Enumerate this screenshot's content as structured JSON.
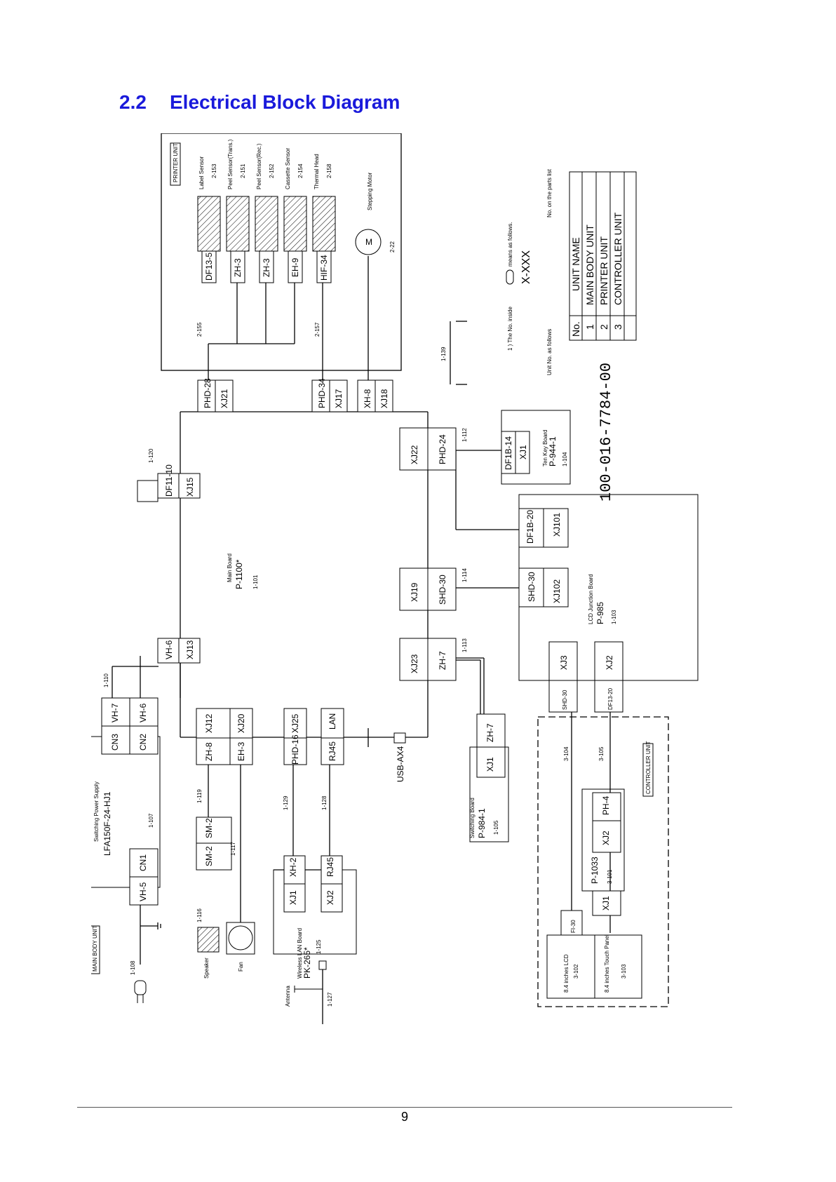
{
  "heading": {
    "number": "2.2",
    "text": "Electrical Block Diagram"
  },
  "page_number": "9",
  "diagram": {
    "document_no": "100-016-7784-00",
    "units": {
      "main_body": "MAIN BODY UNIT",
      "printer": "PRINTER UNIT",
      "controller": "CONTROLLER UNIT"
    },
    "printer_devices": [
      {
        "name": "Label Sensor",
        "ref": "2-153",
        "conn": "DF13-5"
      },
      {
        "name": "Peel Sensor(Trans.)",
        "ref": "2-151",
        "conn": "ZH-3"
      },
      {
        "name": "Peel Sensor(Rec.)",
        "ref": "2-152",
        "conn": "ZH-3"
      },
      {
        "name": "Cassette Sensor",
        "ref": "2-154",
        "conn": "EH-9"
      },
      {
        "name": "Thermal Head",
        "ref": "2-158",
        "conn": "HIF-34"
      }
    ],
    "stepping_motor": {
      "name": "Stepping Motor",
      "symbol": "M",
      "ref": "2-22"
    },
    "harness_refs": {
      "sensors": "2-155",
      "head": "2-157",
      "ground": "1-139"
    },
    "main_board": {
      "name": "Main Board",
      "model": "P-1100*",
      "ref": "1-101",
      "top_connectors": [
        {
          "xj": "XJ21",
          "plug": "PHD-28"
        },
        {
          "xj": "XJ17",
          "plug": "PHD-34"
        },
        {
          "xj": "XJ18",
          "plug": "XH-8"
        }
      ],
      "mid_connectors": [
        {
          "xj": "XJ22",
          "plug": "PHD-24",
          "ref": "1-112"
        },
        {
          "xj": "XJ19",
          "plug": "SHD-30",
          "ref": "1-114"
        },
        {
          "xj": "XJ23",
          "plug": "ZH-7",
          "ref": "1-113"
        }
      ],
      "xj15": {
        "xj": "XJ15",
        "plug": "DF11-10",
        "ref": "1-120"
      },
      "xj13": {
        "xj": "XJ13",
        "plug": "VH-6",
        "ref": "1-110"
      },
      "left_connectors": [
        {
          "xj": "XJ12",
          "plug": "ZH-8"
        },
        {
          "xj": "XJ20",
          "plug": "EH-3"
        },
        {
          "xj": "XJ25",
          "plug": "PHD-16"
        },
        {
          "xj": "LAN",
          "plug": "RJ45"
        }
      ],
      "usb": "USB-AX4"
    },
    "ten_key": {
      "name": "Ten Key Board",
      "model": "P-944-1",
      "ref": "1-104",
      "xj": "XJ1",
      "plug": "DF1B-14"
    },
    "lcd_junction": {
      "name": "LCD Junction Board",
      "model": "P-985",
      "ref": "1-103",
      "xj101": "XJ101",
      "df": "DF1B-20",
      "xj102": "XJ102",
      "shd": "SHD-30",
      "xj3": "XJ3",
      "xj2": "XJ2"
    },
    "power_supply": {
      "name": "Switching Power Supply",
      "model": "LFA150F-24-HJ1",
      "ref": "1-107",
      "cn3": "CN3",
      "cn2": "CN2",
      "cn1": "CN1",
      "vh7": "VH-7",
      "vh6": "VH-6",
      "vh5": "VH-5",
      "inlet_ref": "1-108"
    },
    "speaker": {
      "name": "Speaker",
      "ref": "1-116"
    },
    "fan": {
      "name": "Fan",
      "ref": "1-117"
    },
    "sm2": [
      "SM-2",
      "SM-2"
    ],
    "left_refs": {
      "zh8": "1-119",
      "phd16": "1-129",
      "rj45": "1-128"
    },
    "wireless": {
      "name": "Wireless LAN Board",
      "model": "PK-265*",
      "ref": "1-125",
      "xj1": "XJ1",
      "xh2": "XH-2",
      "xj2": "XJ2",
      "rj45": "RJ45",
      "antenna": "Antenna",
      "antenna_ref": "1-127"
    },
    "switching_board": {
      "name": "Switching Board",
      "model": "P-984-1",
      "ref": "1-105",
      "xj": "XJ1",
      "plug": "ZH-7"
    },
    "controller": {
      "lcd": {
        "name": "8.4 inches LCD",
        "ref": "3-102"
      },
      "touch": {
        "name": "8.4 inches Touch Panel",
        "ref": "3-103"
      },
      "fi30": "FI-30",
      "p1033": {
        "model": "P-1033",
        "ref": "3-101",
        "xj1": "XJ1",
        "xj2": "XJ2",
        "ph4": "PH-4"
      },
      "shd30": "SHD-30",
      "df13": "DF13-20",
      "refs": [
        "3-104",
        "3-105"
      ]
    },
    "legend": {
      "line1": "1 ) The No. inside",
      "line1b": "means as follows.",
      "code": "X-XXX",
      "unit_no": "Unit No. as follows",
      "parts_no": "No. on the parts list",
      "table_head": [
        "No.",
        "UNIT NAME"
      ],
      "rows": [
        [
          "1",
          "MAIN BODY UNIT"
        ],
        [
          "2",
          "PRINTER UNIT"
        ],
        [
          "3",
          "CONTROLLER UNIT"
        ]
      ]
    }
  }
}
